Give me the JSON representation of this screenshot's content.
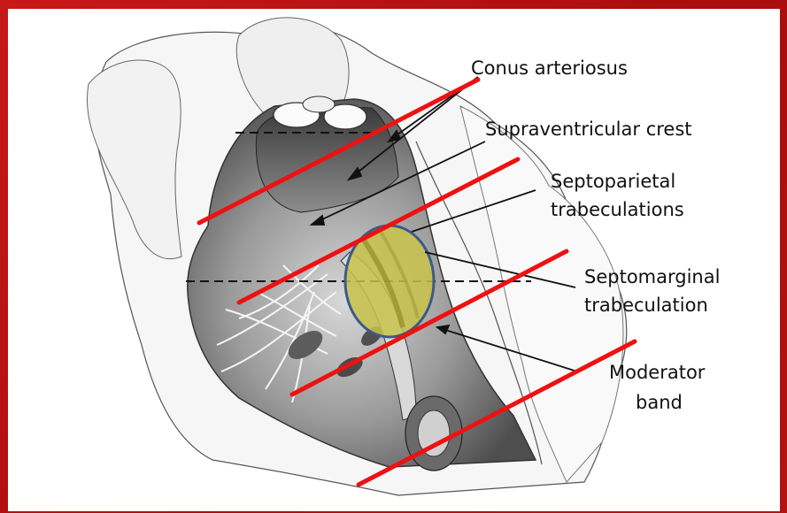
{
  "diagram": {
    "labels": {
      "conus": "Conus arteriosus",
      "crest": "Supraventricular crest",
      "septoparietal_1": "Septoparietal",
      "septoparietal_2": "trabeculations",
      "septomarginal_1": "Septomarginal",
      "septomarginal_2": "trabeculation",
      "moderator_1": "Moderator",
      "moderator_2": "band"
    },
    "colors": {
      "frame": "#b51010",
      "cut_line": "#ee1111",
      "highlight_fill": "#c9c24a",
      "highlight_stroke": "#3c5a88",
      "tissue": "#f4f4f4",
      "chamber": "#7a7a7a"
    }
  }
}
